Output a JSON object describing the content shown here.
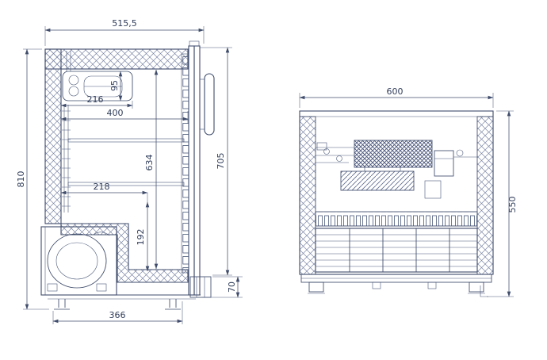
{
  "colors": {
    "ink": "#3f4c6b",
    "hatch": "#7d87a6",
    "background": "#ffffff"
  },
  "side_view": {
    "dims": {
      "overall_depth": "515,5",
      "overall_height": "810",
      "evaporator_height": "95",
      "evaporator_depth": "216",
      "interior_depth": "400",
      "interior_height": "634",
      "door_height": "705",
      "step_depth": "218",
      "compartment_height": "192",
      "base_height": "70",
      "feet_span": "366"
    }
  },
  "front_view": {
    "dims": {
      "overall_width": "600",
      "body_height": "550"
    }
  }
}
